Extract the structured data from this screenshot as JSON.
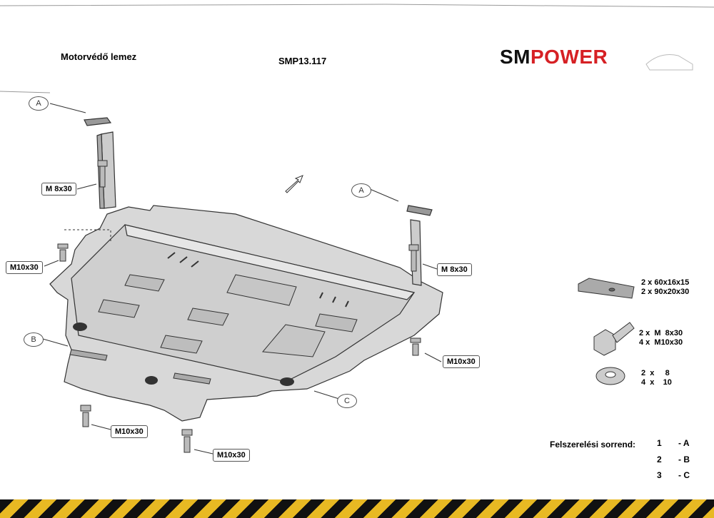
{
  "header": {
    "title": "Motorvédő lemez",
    "code": "SMP13.117",
    "logo_sm": "SM",
    "logo_power": "POWER"
  },
  "callouts": {
    "a1": "A",
    "a2": "A",
    "b": "B",
    "c": "C",
    "m8_left": "M 8x30",
    "m8_right": "M 8x30",
    "m10_left": "M10x30",
    "m10_right": "M10x30",
    "m10_bottom1": "M10x30",
    "m10_bottom2": "M10x30"
  },
  "legend": {
    "plate": "2 x 60x16x15\n2 x 90x20x30",
    "bolt": "2 x  M  8x30\n4 x  M10x30",
    "washer": "2  x     8\n4  x    10"
  },
  "order": {
    "label": "Felszerelési sorrend:",
    "steps": [
      {
        "num": "1",
        "letter": "- A"
      },
      {
        "num": "2",
        "letter": "- B"
      },
      {
        "num": "3",
        "letter": "- C"
      }
    ]
  },
  "colors": {
    "logo_red": "#d62024",
    "stripe_yellow": "#e8b923",
    "stripe_black": "#111111"
  }
}
